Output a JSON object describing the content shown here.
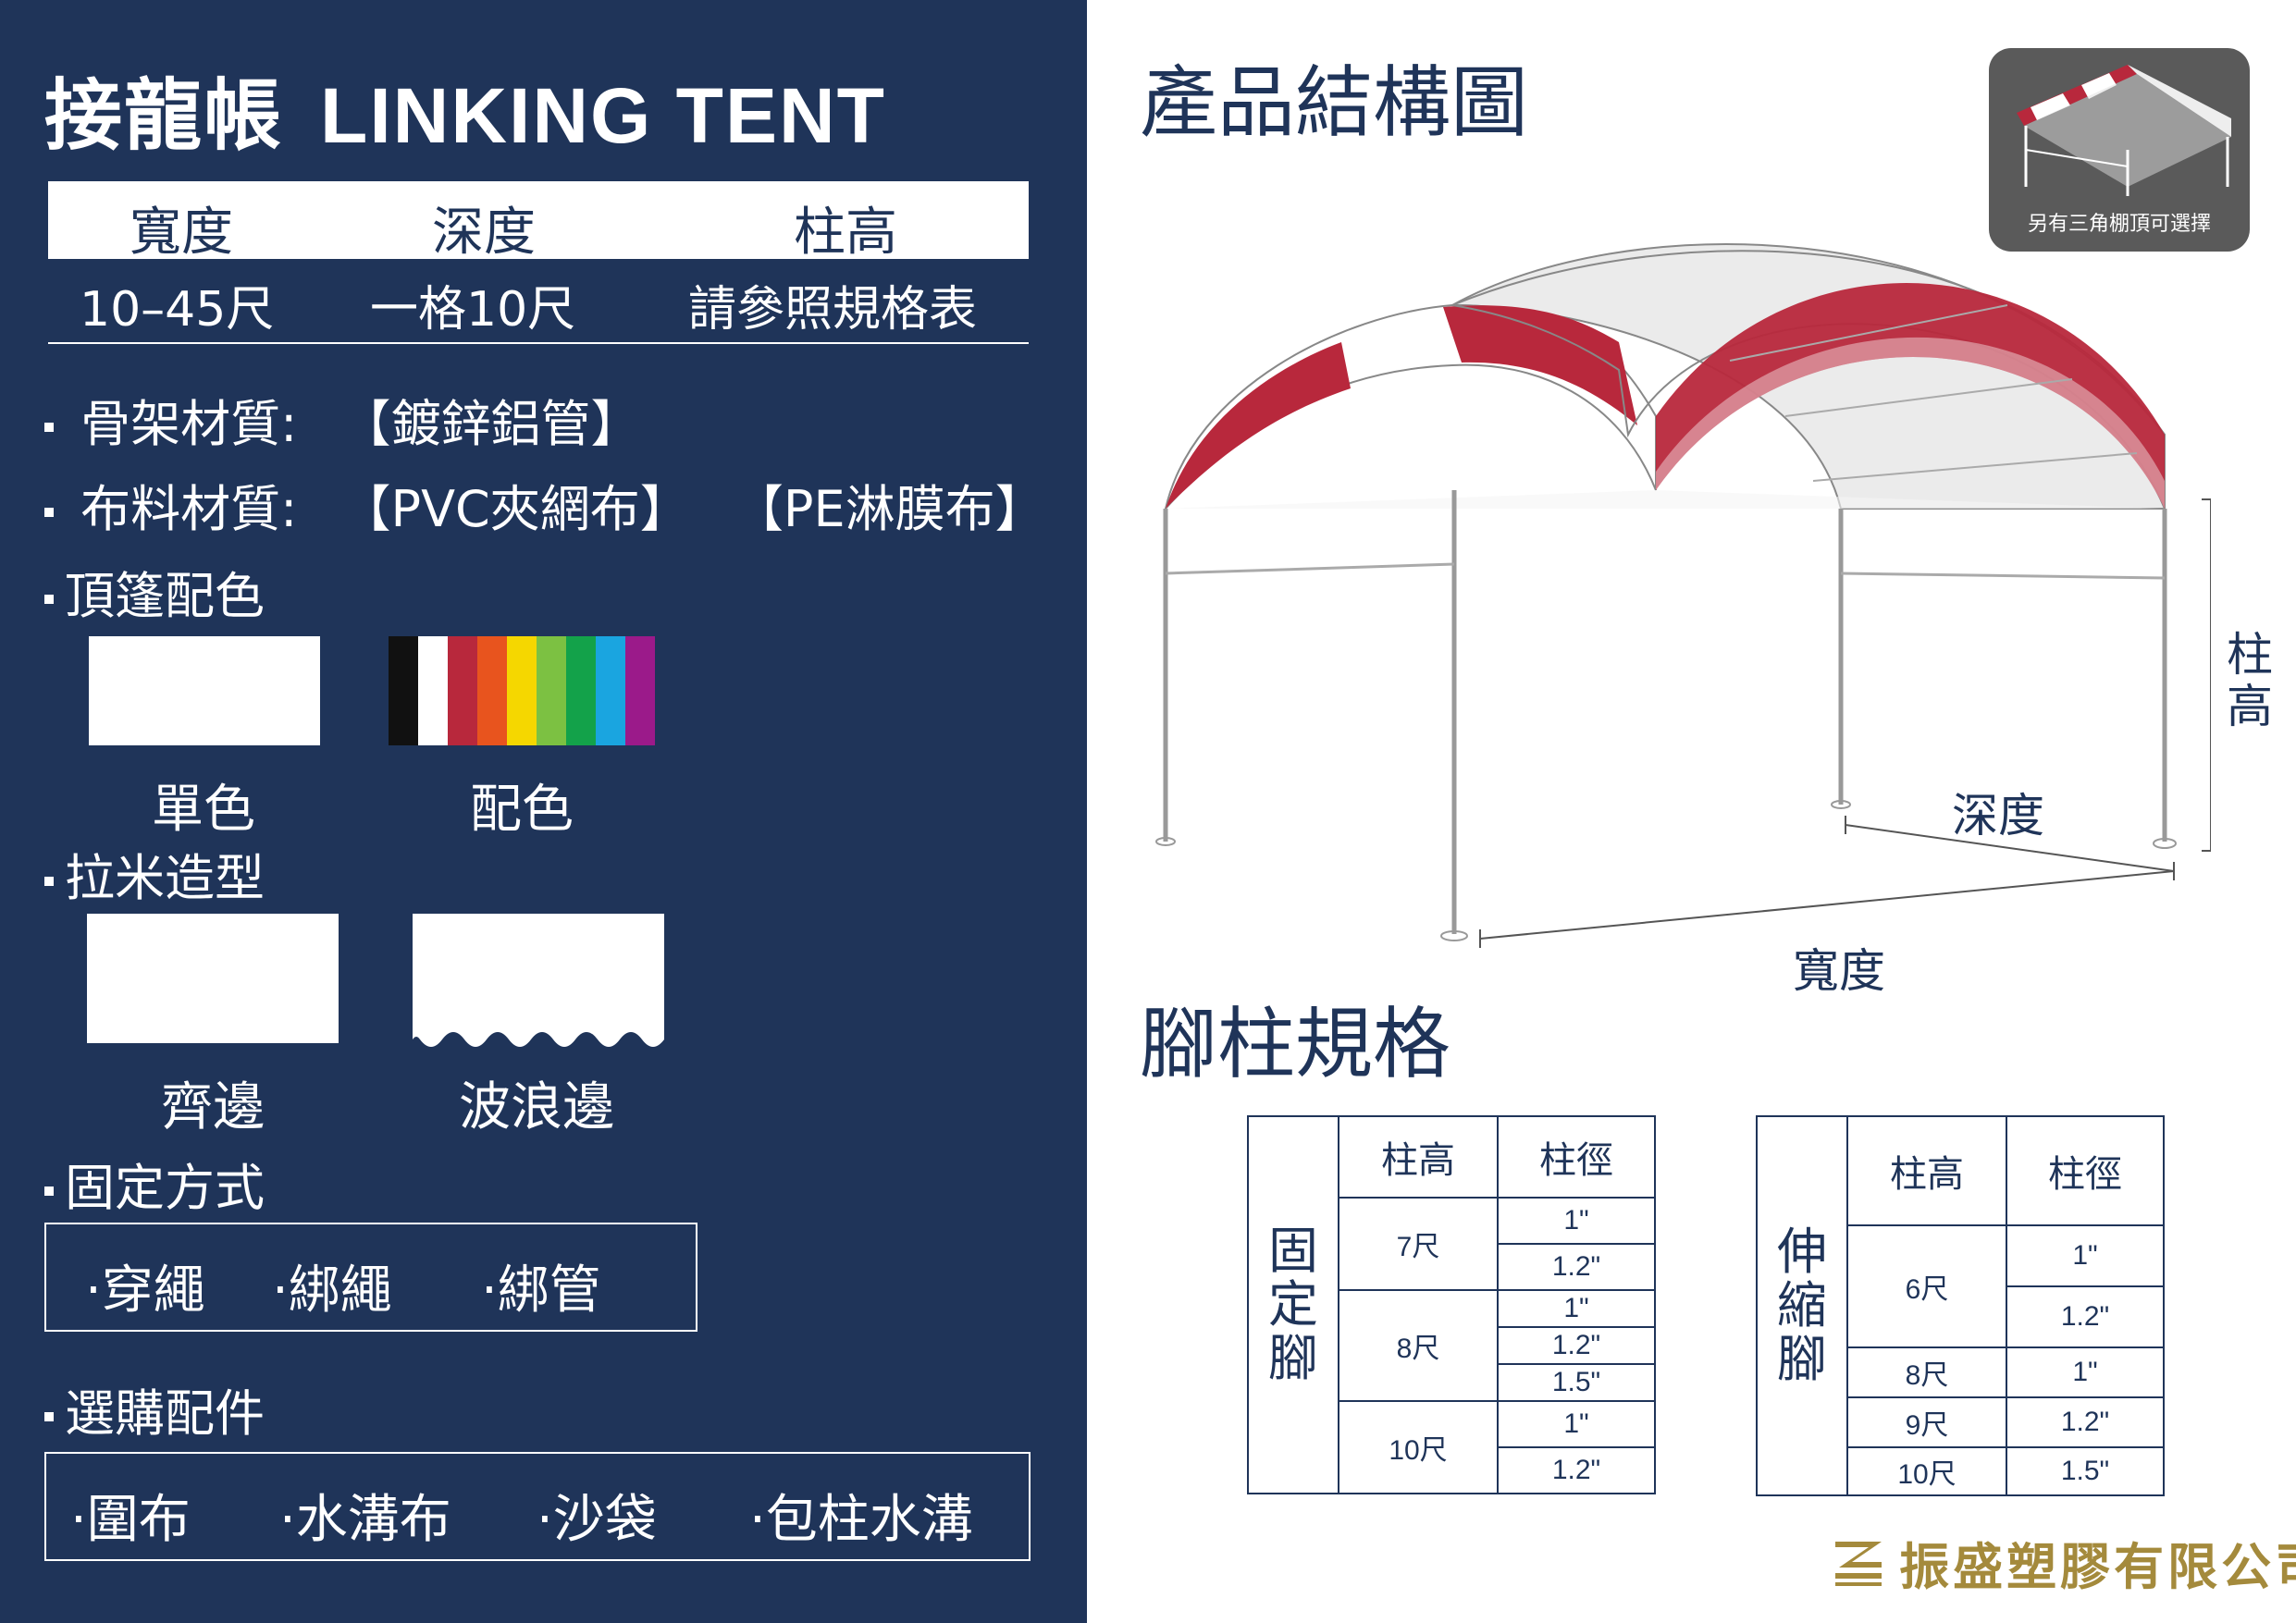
{
  "header": {
    "title_zh": "接龍帳",
    "title_en": "LINKING TENT"
  },
  "specs": {
    "headers": [
      "寬度",
      "深度",
      "柱高"
    ],
    "values": [
      "10–45尺",
      "一格10尺",
      "請參照規格表"
    ]
  },
  "materials": {
    "frame_label": "骨架材質:",
    "frame_value": "【鍍鋅鋁管】",
    "fabric_label": "布料材質:",
    "fabric_value_1": "【PVC夾網布】",
    "fabric_value_2": "【PE淋膜布】"
  },
  "color": {
    "label": "頂篷配色",
    "single_caption": "單色",
    "multi_caption": "配色",
    "stripe_colors": [
      "#111111",
      "#ffffff",
      "#b8283c",
      "#e8541e",
      "#f5d700",
      "#7cc142",
      "#13a24a",
      "#1aa5e0",
      "#9b1a8a"
    ]
  },
  "valance": {
    "label": "拉米造型",
    "straight_caption": "齊邊",
    "wave_caption": "波浪邊"
  },
  "fixing": {
    "label": "固定方式",
    "options": [
      "·穿繩",
      "·綁繩",
      "·綁管"
    ]
  },
  "accessories": {
    "label": "選購配件",
    "options": [
      "·圍布",
      "·水溝布",
      "·沙袋",
      "·包柱水溝"
    ]
  },
  "structure": {
    "title": "產品結構圖",
    "inset_caption": "另有三角棚頂可選擇",
    "height_label": "柱高",
    "depth_label": "深度",
    "width_label": "寬度"
  },
  "legs": {
    "title": "腳柱規格",
    "fixed": {
      "side": "固定腳",
      "headers": [
        "柱高",
        "柱徑"
      ],
      "rows": [
        {
          "height": "7尺",
          "diameters": [
            "1\"",
            "1.2\""
          ]
        },
        {
          "height": "8尺",
          "diameters": [
            "1\"",
            "1.2\"",
            "1.5\""
          ]
        },
        {
          "height": "10尺",
          "diameters": [
            "1\"",
            "1.2\""
          ]
        }
      ]
    },
    "telescopic": {
      "side": "伸縮腳",
      "headers": [
        "柱高",
        "柱徑"
      ],
      "rows": [
        {
          "height": "6尺",
          "diameters": [
            "1\"",
            "1.2\""
          ]
        },
        {
          "height": "8尺",
          "diameters": [
            "1\""
          ]
        },
        {
          "height": "9尺",
          "diameters": [
            "1.2\""
          ]
        },
        {
          "height": "10尺",
          "diameters": [
            "1.5\""
          ]
        }
      ]
    }
  },
  "company": {
    "name": "振盛塑膠有限公司",
    "brand_color": "#a48a3c"
  },
  "theme": {
    "navy": "#1f3459",
    "red": "#b8283c"
  }
}
